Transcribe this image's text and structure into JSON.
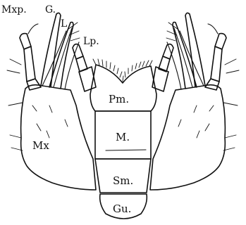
{
  "labels": {
    "maxillary_palp": "Mxp.",
    "galea": "G.",
    "lacinia": "L",
    "labial_palp": "Lp.",
    "prementum": "Pm.",
    "mentum": "M.",
    "submentum": "Sm.",
    "gula": "Gu.",
    "maxilla": "Mx"
  }
}
